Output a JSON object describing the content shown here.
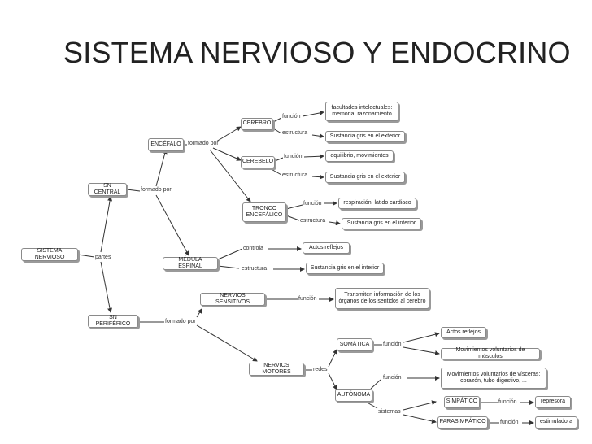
{
  "title": "SISTEMA NERVIOSO Y ENDOCRINO",
  "nodes": {
    "sistema_nervioso": "SISTEMA NERVIOSO",
    "sn_central": "SN CENTRAL",
    "sn_periferico": "SN PERIFÉRICO",
    "encefalo": "ENCÉFALO",
    "medula_espinal": "MÉDULA ESPINAL",
    "cerebro": "CEREBRO",
    "cerebelo": "CEREBELO",
    "tronco": "TRONCO ENCEFÁLICO",
    "cerebro_funcion": "facultades intelectuales: memoria, razonamiento",
    "cerebro_estructura": "Sustancia gris en el exterior",
    "cerebelo_funcion": "equilibrio, movimientos",
    "cerebelo_estructura": "Sustancia gris en el exterior",
    "tronco_funcion": "respiración, latido cardiaco",
    "tronco_estructura": "Sustancia gris en el interior",
    "medula_controla": "Actos reflejos",
    "medula_estructura": "Sustancia gris en el interior",
    "nervios_sensitivos": "NERVIOS SENSITIVOS",
    "sensitivos_funcion": "Transmiten información de los órganos de los sentidos al cerebro",
    "nervios_motores": "NERVIOS MOTORES",
    "somatica": "SOMÁTICA",
    "somatica_f1": "Actos reflejos",
    "somatica_f2": "Movimientos voluntarios de músculos",
    "autonoma": "AUTÓNOMA",
    "autonoma_funcion": "Movimientos voluntarios de vísceras: corazón, tubo digestivo, ...",
    "simpatico": "SIMPÁTICO",
    "parasimpatico": "PARASIMPÁTICO",
    "represora": "represora",
    "estimuladora": "estimuladora"
  },
  "labels": {
    "partes": "partes",
    "formado_por_central": "formado por",
    "formado_por_encefalo": "formado por",
    "formado_por_periferico": "formado por",
    "funcion": "función",
    "estructura": "estructura",
    "controla": "controla",
    "redes": "redes",
    "sistemas": "sistemas"
  }
}
